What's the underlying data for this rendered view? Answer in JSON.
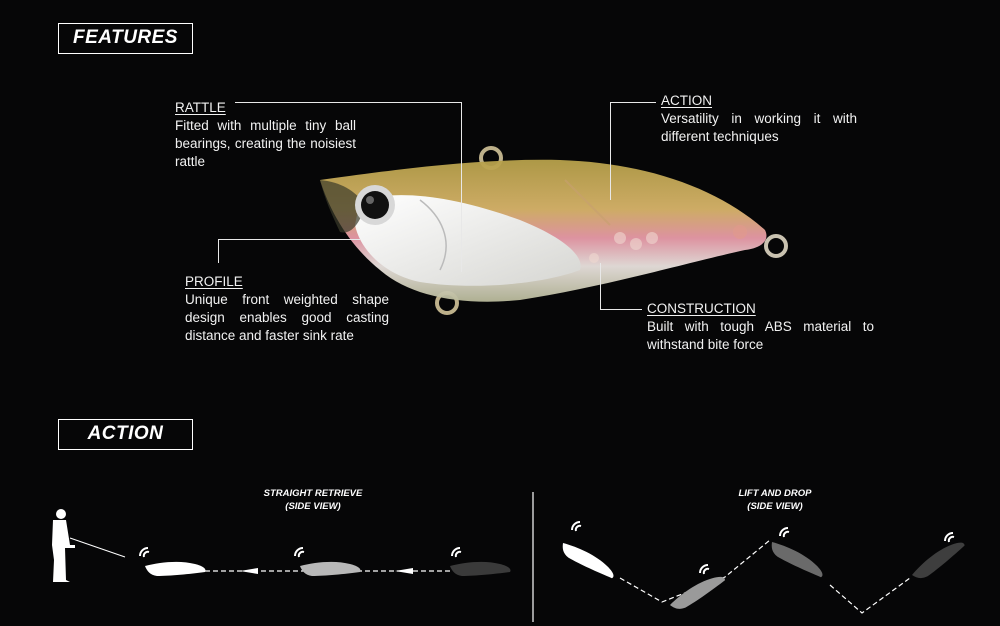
{
  "sections": {
    "features": "FEATURES",
    "action": "ACTION"
  },
  "callouts": {
    "rattle": {
      "title": "RATTLE",
      "desc": "Fitted with multiple tiny ball bearings, creating the noisiest rattle"
    },
    "profile": {
      "title": "PROFILE",
      "desc": "Unique front weighted shape design enables good casting distance and faster sink rate"
    },
    "action": {
      "title": "ACTION",
      "desc": "Versatility in working it with different techniques"
    },
    "construction": {
      "title": "CONSTRUCTION",
      "desc": "Built with tough ABS material to withstand bite force"
    }
  },
  "diagrams": {
    "straight": {
      "title": "STRAIGHT RETRIEVE",
      "subtitle": "(SIDE VIEW)"
    },
    "lift": {
      "title": "LIFT AND DROP",
      "subtitle": "(SIDE VIEW)"
    }
  },
  "colors": {
    "background": "#060607",
    "text": "#ffffff"
  }
}
